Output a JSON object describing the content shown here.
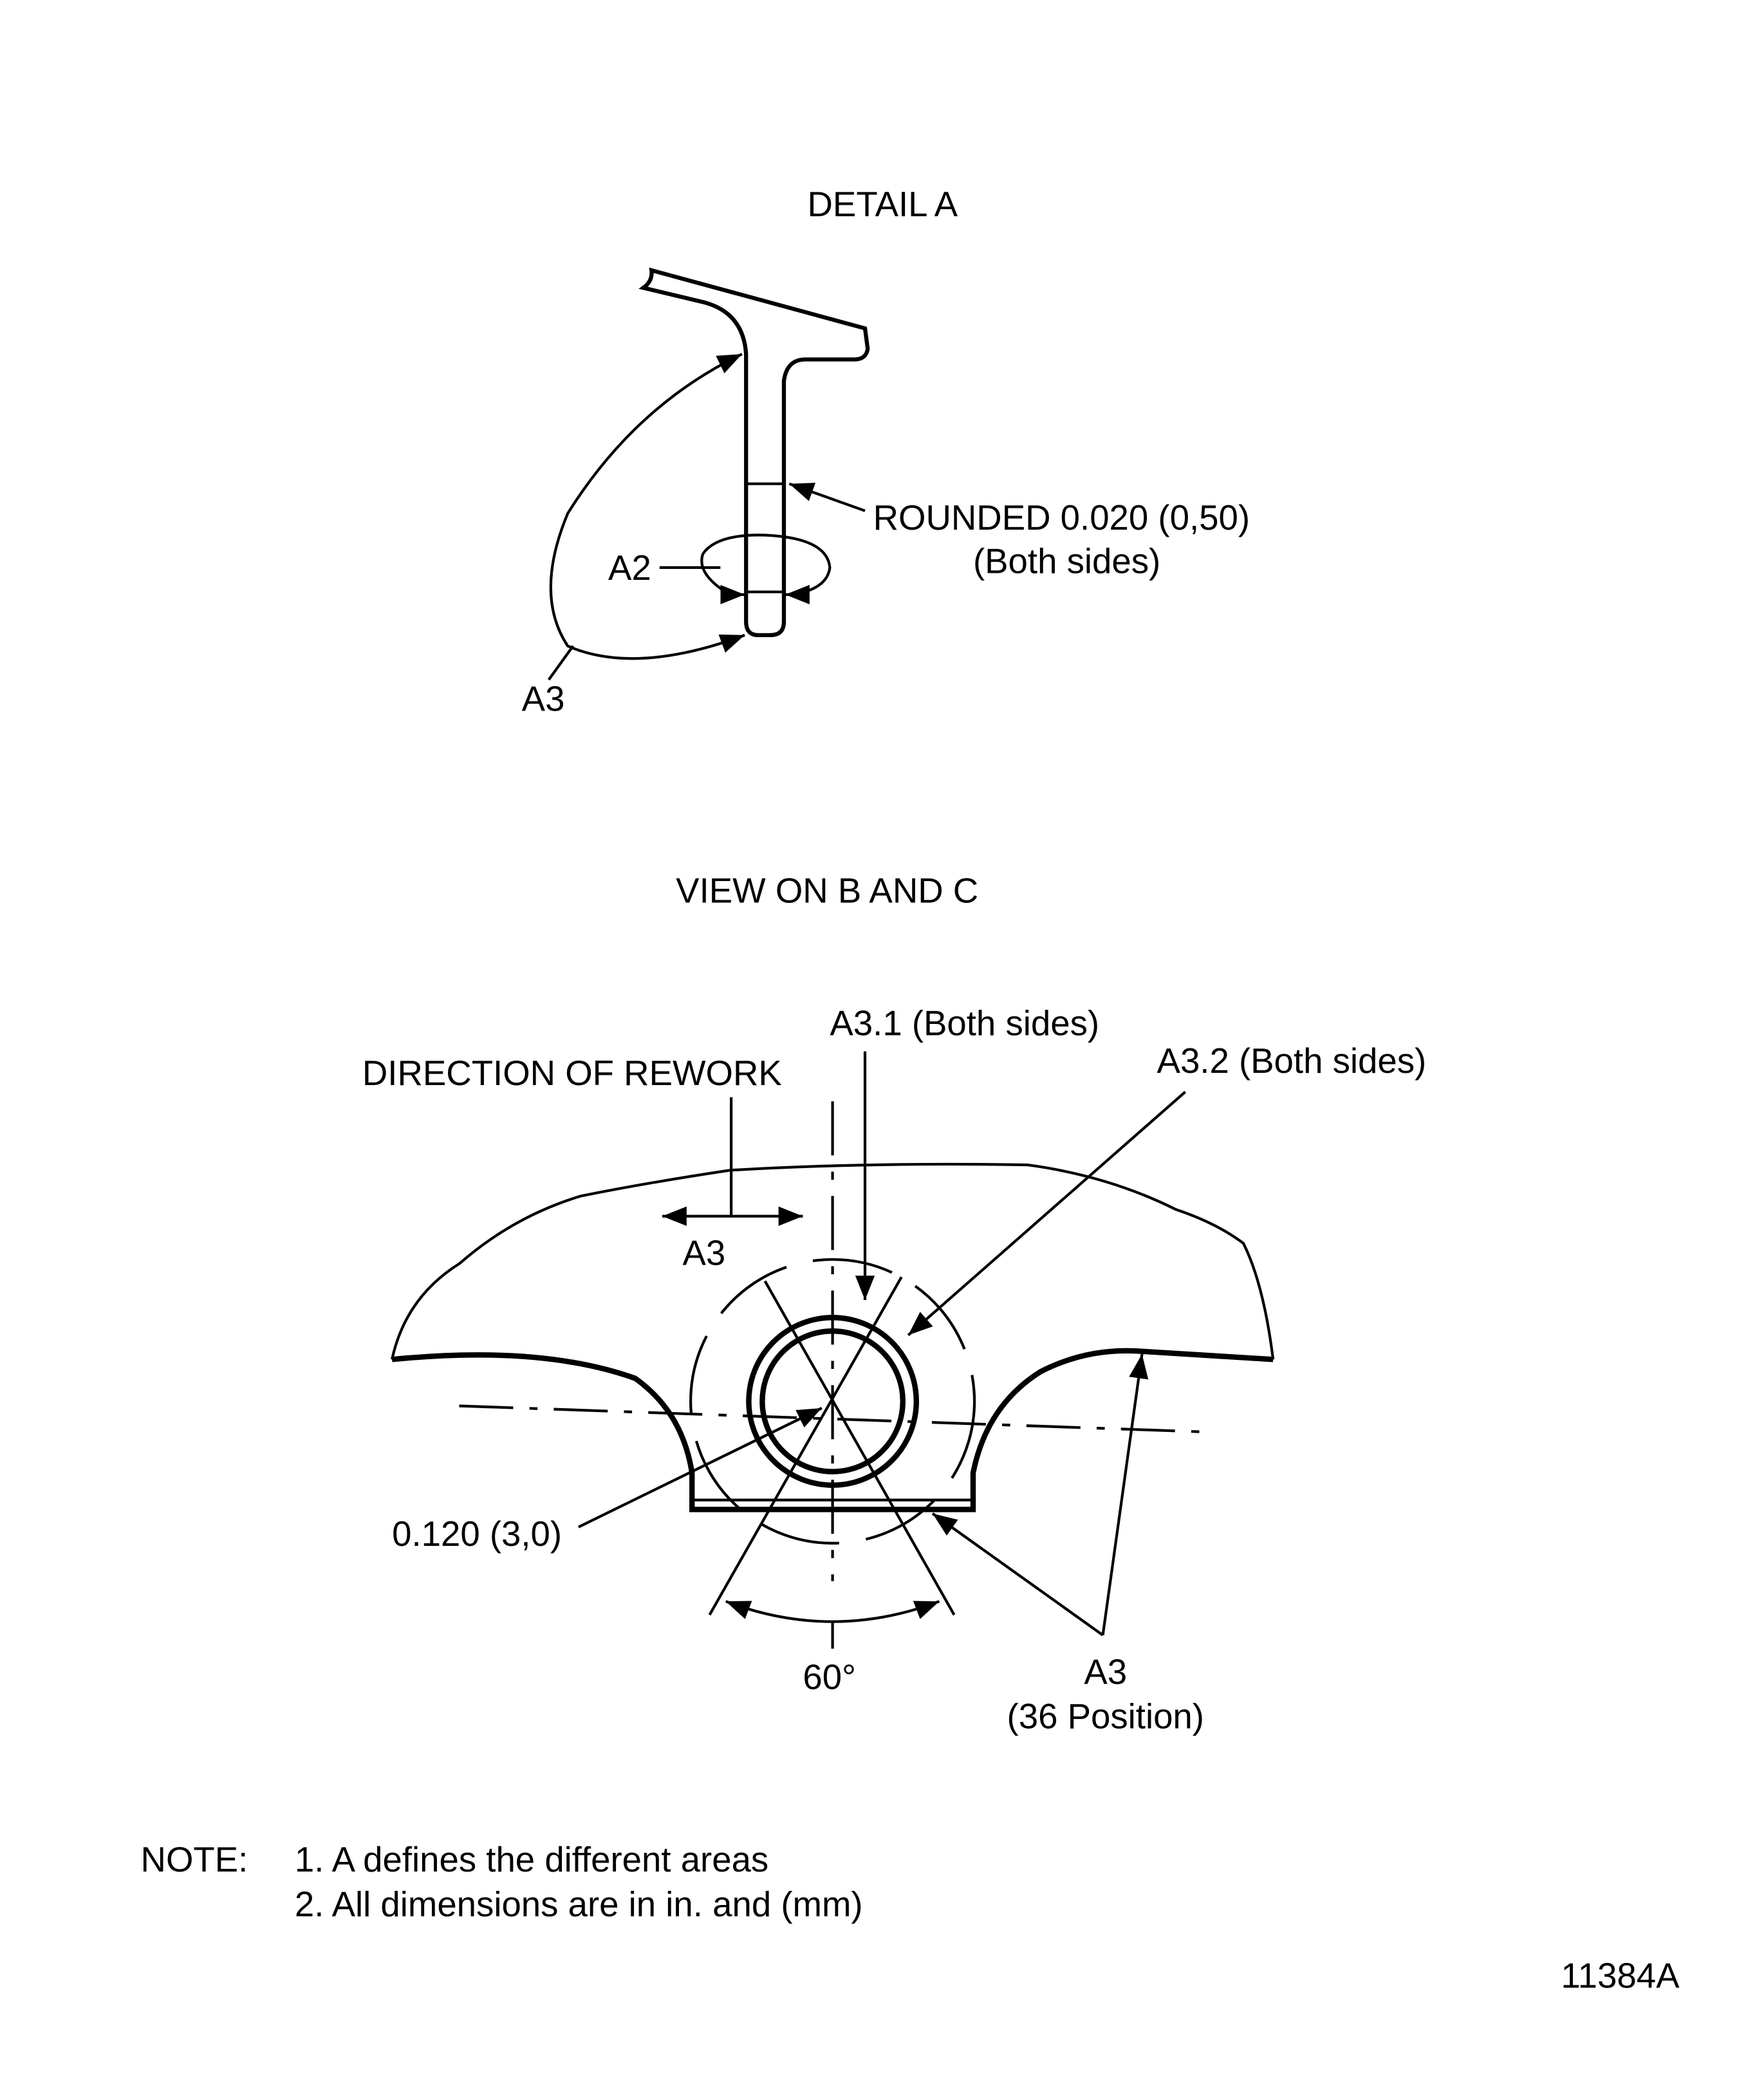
{
  "detail_a": {
    "title": "DETAIL A",
    "label_rounded": "ROUNDED 0.020 (0,50)",
    "label_both_sides": "(Both sides)",
    "label_a2": "A2",
    "label_a3": "A3"
  },
  "view_bc": {
    "title": "VIEW ON B AND C",
    "direction_label": "DIRECTION OF REWORK",
    "a3_arrow_label": "A3",
    "a31_label": "A3.1 (Both sides)",
    "a32_label": "A3.2 (Both sides)",
    "dim_label": "0.120 (3,0)",
    "angle_label": "60°",
    "a3_position_label": "A3",
    "a3_position_sub": "(36 Position)"
  },
  "notes": {
    "prefix": "NOTE:",
    "items": [
      "1. A defines the different areas",
      "2. All dimensions are in in. and (mm)"
    ]
  },
  "figure_id": "11384A"
}
